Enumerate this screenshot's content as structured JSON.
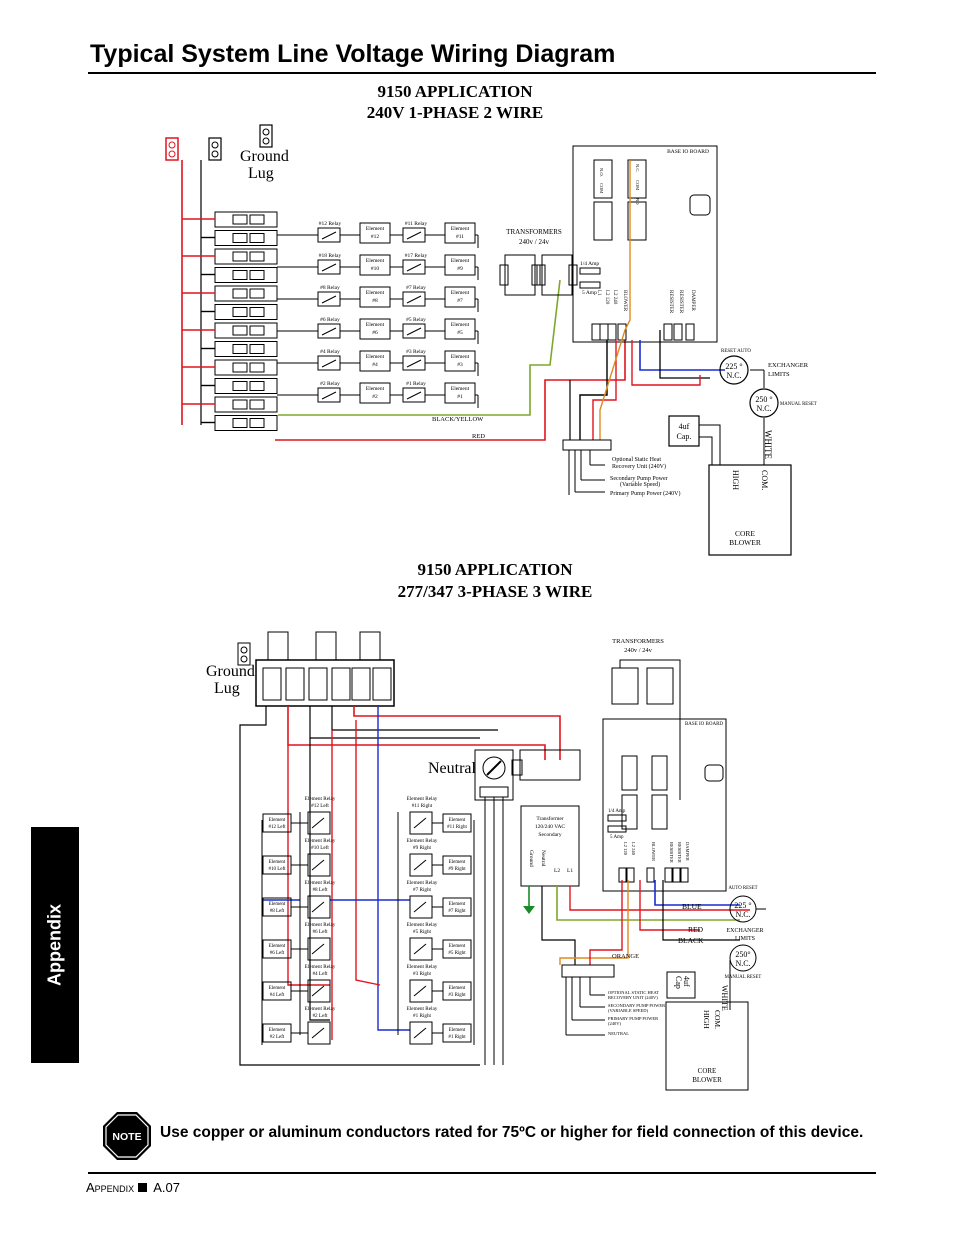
{
  "title": "Typical System Line Voltage Wiring Diagram",
  "diagram1": {
    "heading_line1": "9150 APPLICATION",
    "heading_line2": "240V 1-PHASE 2 WIRE",
    "ground_line1": "Ground",
    "ground_line2": "Lug",
    "board": "BASE IO BOARD",
    "transformers_line1": "TRANSFORMERS",
    "transformers_line2": "240v / 24v",
    "fuse1": "1/4 Amp",
    "fuse2": "5 Amp",
    "terminals": [
      "L1",
      "L2 120",
      "L2 240",
      "BLOWER",
      "RESISTER",
      "RESISTER",
      "DAMPER"
    ],
    "relay_top": [
      "N.O.",
      "COM",
      "N.C.",
      "COM",
      "NO"
    ],
    "relays": [
      {
        "left_relay": "#12 Relay",
        "left_element": [
          "Element",
          "#12"
        ],
        "right_relay": "#11 Relay",
        "right_element": [
          "Element",
          "#11"
        ]
      },
      {
        "left_relay": "#18 Relay",
        "left_element": [
          "Element",
          "#10"
        ],
        "right_relay": "#17 Relay",
        "right_element": [
          "Element",
          "#9"
        ]
      },
      {
        "left_relay": "#8 Relay",
        "left_element": [
          "Element",
          "#8"
        ],
        "right_relay": "#7 Relay",
        "right_element": [
          "Element",
          "#7"
        ]
      },
      {
        "left_relay": "#6 Relay",
        "left_element": [
          "Element",
          "#6"
        ],
        "right_relay": "#5 Relay",
        "right_element": [
          "Element",
          "#5"
        ]
      },
      {
        "left_relay": "#4 Relay",
        "left_element": [
          "Element",
          "#4"
        ],
        "right_relay": "#3 Relay",
        "right_element": [
          "Element",
          "#3"
        ]
      },
      {
        "left_relay": "#2 Relay",
        "left_element": [
          "Element",
          "#2"
        ],
        "right_relay": "#1 Relay",
        "right_element": [
          "Element",
          "#1"
        ]
      }
    ],
    "wire_black_yellow": "BLACK/YELLOW",
    "wire_red": "RED",
    "reset_auto": "RESET AUTO",
    "limit225_line1": "225 °",
    "limit225_line2": "N.C.",
    "exchanger_line1": "EXCHANGER",
    "exchanger_line2": "LIMITS",
    "limit250_line1": "250 °",
    "limit250_line2": "N.C.",
    "manual_reset": "MANUAL RESET",
    "cap_line1": "4uf",
    "cap_line2": "Cap.",
    "white": "WHITE",
    "com": "COM.",
    "high": "HIGH",
    "core_blower_line1": "CORE",
    "core_blower_line2": "BLOWER",
    "aux_notes": [
      "Optional Static Heat",
      "Recovery Unit (240V)",
      "Secondary Pump Power",
      "(Variable Speed)",
      "Primary Pump Power (240V)"
    ]
  },
  "diagram2": {
    "heading_line1": "9150 APPLICATION",
    "heading_line2": "277/347 3-PHASE 3 WIRE",
    "ground_line1": "Ground",
    "ground_line2": "Lug",
    "neutral": "Neutral",
    "transformers_line1": "TRANSFORMERS",
    "transformers_line2": "240v / 24v",
    "board": "BASE IO BOARD",
    "transformer_box": [
      "Transformer",
      "120/240 VAC",
      "Secondary"
    ],
    "transformer_terms": [
      "Ground",
      "Neutral",
      "L2",
      "L1"
    ],
    "fuse1": "1/4 Amp",
    "fuse2": "5 Amp",
    "terminals": [
      "L2 120",
      "L2 240",
      "BLOWER",
      "RESISTER",
      "RESISTER",
      "DAMPER"
    ],
    "left_relays": [
      {
        "relay": [
          "Element Relay",
          "#12 Left"
        ],
        "element": [
          "Element",
          "#12 Left"
        ]
      },
      {
        "relay": [
          "Element Relay",
          "#10 Left"
        ],
        "element": [
          "Element",
          "#10 Left"
        ]
      },
      {
        "relay": [
          "Element Relay",
          "#8 Left"
        ],
        "element": [
          "Element",
          "#8 Left"
        ]
      },
      {
        "relay": [
          "Element Relay",
          "#6 Left"
        ],
        "element": [
          "Element",
          "#6 Left"
        ]
      },
      {
        "relay": [
          "Element Relay",
          "#4 Left"
        ],
        "element": [
          "Element",
          "#4 Left"
        ]
      },
      {
        "relay": [
          "Element Relay",
          "#2 Left"
        ],
        "element": [
          "Element",
          "#2 Left"
        ]
      }
    ],
    "right_relays": [
      {
        "relay": [
          "Element Relay",
          "#11 Right"
        ],
        "element": [
          "Element",
          "#11 Right"
        ]
      },
      {
        "relay": [
          "Element Relay",
          "#9 Right"
        ],
        "element": [
          "Element",
          "#9 Right"
        ]
      },
      {
        "relay": [
          "Element Relay",
          "#7 Right"
        ],
        "element": [
          "Element",
          "#7 Right"
        ]
      },
      {
        "relay": [
          "Element Relay",
          "#5 Right"
        ],
        "element": [
          "Element",
          "#5 Right"
        ]
      },
      {
        "relay": [
          "Element Relay",
          "#3 Right"
        ],
        "element": [
          "Element",
          "#3 Right"
        ]
      },
      {
        "relay": [
          "Element Relay",
          "#1 Right"
        ],
        "element": [
          "Element",
          "#1 Right"
        ]
      }
    ],
    "wire_blue": "BLUE",
    "wire_red": "RED",
    "wire_black": "BLACK",
    "wire_orange": "ORANGE",
    "auto_reset": "AUTO RESET",
    "limit225_line1": "225 °",
    "limit225_line2": "N.C.",
    "exchanger_line1": "EXCHANGER",
    "exchanger_line2": "LIMITS",
    "limit250_line1": "250°",
    "limit250_line2": "N.C.",
    "manual_reset": "MANUAL RESET",
    "cap_line1": "4uf",
    "cap_line2": "Cap",
    "white": "WHITE",
    "com": "COM.",
    "high": "HIGH",
    "core_blower_line1": "CORE",
    "core_blower_line2": "BLOWER",
    "aux_notes": [
      "OPTIONAL STATIC HEAT",
      "RECOVERY UNIT (240V)",
      "SECONDARY PUMP POWER",
      "(VARIABLE SPEED)",
      "PRIMARY PUMP POWER",
      "(240V)",
      "NEUTRAL"
    ]
  },
  "side_tab": "Appendix",
  "note_badge": "NOTE",
  "note_text": "Use copper or aluminum conductors rated for 75ºC or higher for field connection of this device.",
  "footer_label": "Appendix",
  "footer_page": "A.07",
  "colors": {
    "red": "#e0141e",
    "blue": "#1a2ccf",
    "green": "#7fa72a",
    "orange": "#e08a1e",
    "black": "#000000"
  }
}
